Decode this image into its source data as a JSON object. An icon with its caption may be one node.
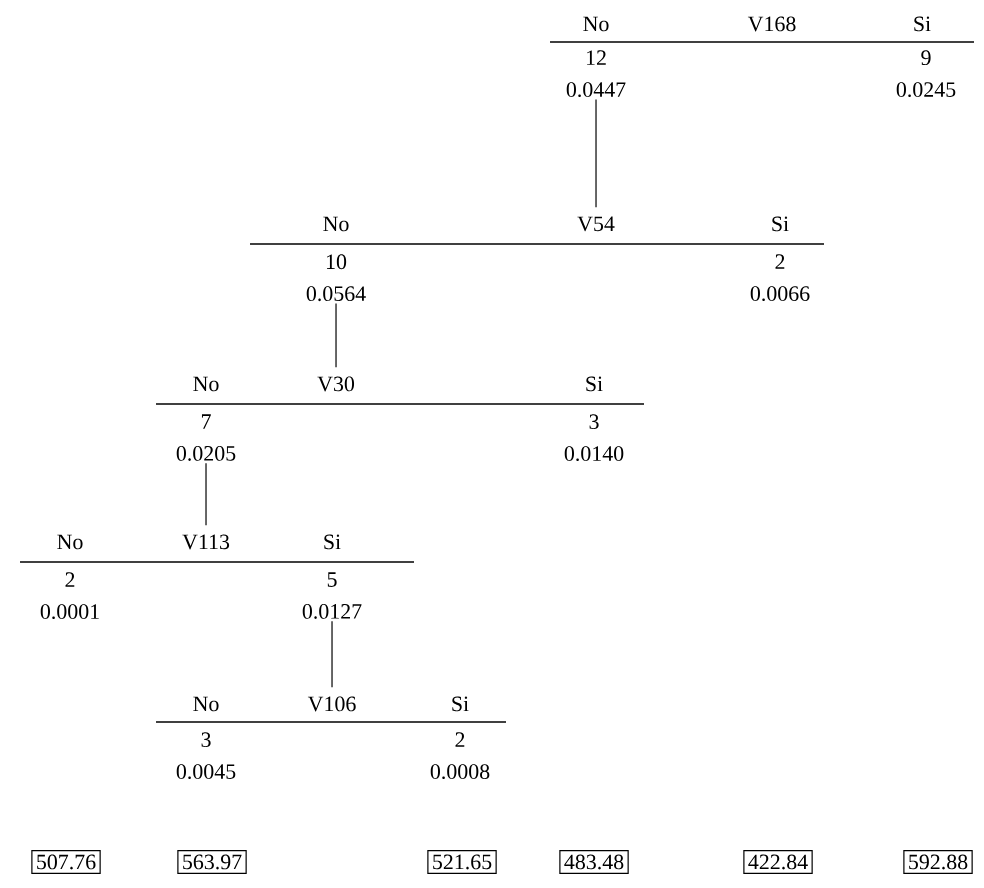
{
  "diagram": {
    "nodes": [
      {
        "text": [
          "No",
          "V168",
          "Si"
        ]
      },
      {
        "text": [
          "12",
          "0.0447"
        ]
      },
      {
        "text": [
          "9",
          "0.0245"
        ]
      },
      {
        "text": [
          "No",
          "V54",
          "Si"
        ]
      },
      {
        "text": [
          "10",
          "0.0564"
        ]
      },
      {
        "text": [
          "2",
          "0.0066"
        ]
      },
      {
        "text": [
          "No",
          "V30",
          "Si"
        ]
      },
      {
        "text": [
          "7",
          "0.0205"
        ]
      },
      {
        "text": [
          "3",
          "0.0140"
        ]
      },
      {
        "text": [
          "No",
          "V113",
          "Si"
        ]
      },
      {
        "text": [
          "2",
          "0.0001"
        ]
      },
      {
        "text": [
          "5",
          "0.0127"
        ]
      },
      {
        "text": [
          "No",
          "V106",
          "Si"
        ]
      },
      {
        "text": [
          "3",
          "0.0045"
        ]
      },
      {
        "text": [
          "2",
          "0.0008"
        ]
      },
      {
        "text": [
          "507.76"
        ]
      },
      {
        "text": [
          "563.97"
        ]
      },
      {
        "text": [
          "521.65"
        ]
      },
      {
        "text": [
          "483.48"
        ]
      },
      {
        "text": [
          "422.84"
        ]
      },
      {
        "text": [
          "592.88"
        ]
      }
    ],
    "edges": [
      {
        "from": 1,
        "to": 3,
        "arrow": "none"
      },
      {
        "from": 4,
        "to": 6,
        "arrow": "none"
      },
      {
        "from": 7,
        "to": 9,
        "arrow": "none"
      },
      {
        "from": 11,
        "to": 12,
        "arrow": "none"
      }
    ]
  }
}
